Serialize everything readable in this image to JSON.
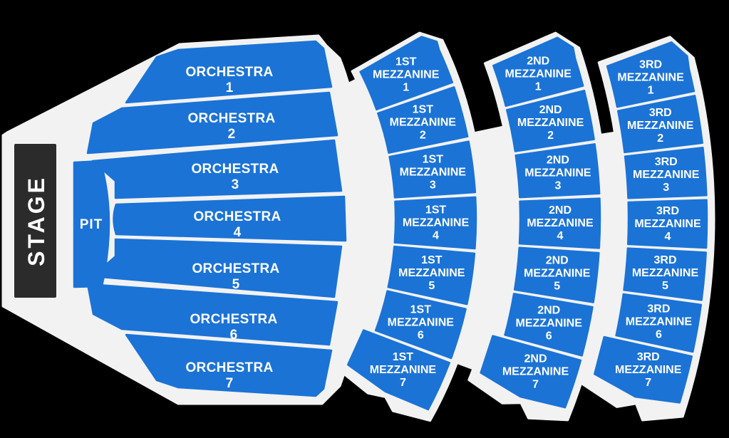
{
  "stage": {
    "label": "STAGE"
  },
  "pit": {
    "label": "PIT"
  },
  "orchestra": {
    "name": "ORCHESTRA",
    "sections": [
      "1",
      "2",
      "3",
      "4",
      "5",
      "6",
      "7"
    ]
  },
  "mezzanines": [
    {
      "tier": "1ST",
      "name": "MEZZANINE",
      "sections": [
        "1",
        "2",
        "3",
        "4",
        "5",
        "6",
        "7"
      ]
    },
    {
      "tier": "2ND",
      "name": "MEZZANINE",
      "sections": [
        "1",
        "2",
        "3",
        "4",
        "5",
        "6",
        "7"
      ]
    },
    {
      "tier": "3RD",
      "name": "MEZZANINE",
      "sections": [
        "1",
        "2",
        "3",
        "4",
        "5",
        "6",
        "7"
      ]
    }
  ],
  "colors": {
    "background": "#000000",
    "floor": "#F2F2F2",
    "section_fill": "#1B73D6",
    "stage_fill": "#2B2B2B",
    "label_text": "#FFFFFF"
  }
}
